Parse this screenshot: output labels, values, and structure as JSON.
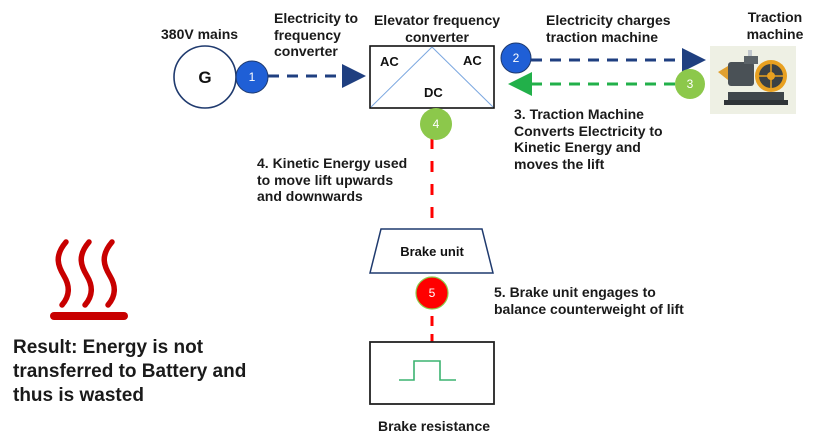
{
  "title_labels": {
    "mains": "380V mains",
    "generator_symbol": "G",
    "electricity_to_converter": "Electricity to\nfrequency\nconverter",
    "converter_title": "Elevator frequency\nconverter",
    "electricity_charges": "Electricity charges\ntraction machine",
    "traction_machine": "Traction\nmachine"
  },
  "converter": {
    "left_label": "AC",
    "right_label": "AC",
    "bottom_label": "DC"
  },
  "steps": [
    {
      "number": "1",
      "color": "#1f5fd6"
    },
    {
      "number": "2",
      "color": "#1f5fd6"
    },
    {
      "number": "3",
      "color": "#8cc84b"
    },
    {
      "number": "4",
      "color": "#8cc84b"
    },
    {
      "number": "5",
      "color": "#ff0000"
    }
  ],
  "descriptions": {
    "step3": "3. Traction Machine\nConverts Electricity to\nKinetic Energy and\nmoves the lift",
    "step4": "4. Kinetic Energy used\nto move lift upwards\nand downwards",
    "step5": "5. Brake unit engages to\nbalance counterweight of lift"
  },
  "brake_unit": {
    "label": "Brake unit"
  },
  "brake_resistance": {
    "label": "Brake resistance"
  },
  "result": {
    "text": "Result: Energy is not\ntransferred to Battery and\nthus is wasted"
  },
  "colors": {
    "navy": "#1f3a6e",
    "arrow_blue": "#1f3f80",
    "arrow_green": "#22b04a",
    "dash_red": "#ff0000",
    "heat_red": "#c80000",
    "pulse_green": "#3cb371"
  }
}
